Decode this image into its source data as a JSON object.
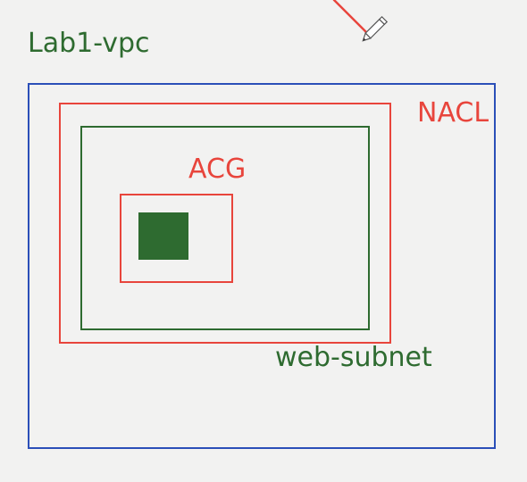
{
  "labels": {
    "vpc": "Lab1-vpc",
    "nacl": "NACL",
    "acg": "ACG",
    "subnet": "web-subnet"
  },
  "colors": {
    "vpc_border": "#2b4fb8",
    "security_red": "#e8453c",
    "green": "#2e6b30",
    "background": "#f2f2f1"
  },
  "icons": {
    "annotation_tool": "pencil-icon"
  }
}
